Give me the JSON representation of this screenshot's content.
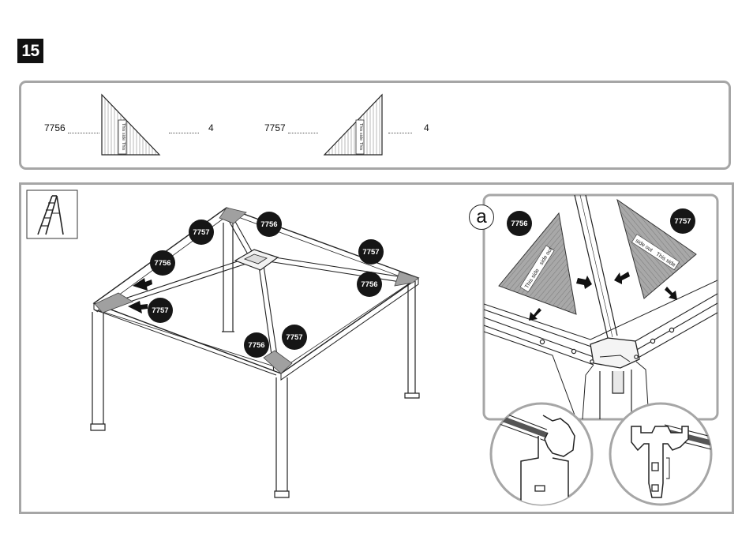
{
  "step": {
    "number": "15"
  },
  "parts": [
    {
      "id": "7756",
      "qty": "4",
      "label_top": "This side",
      "label_bottom": "This"
    },
    {
      "id": "7757",
      "qty": "4",
      "label_top": "This side",
      "label_bottom": "This"
    }
  ],
  "tools": {
    "icon": "ladder-icon"
  },
  "callouts": [
    "7757",
    "7756",
    "7757",
    "7756",
    "7756",
    "7757",
    "7756",
    "7757"
  ],
  "detail": {
    "letter": "a",
    "panel_labels": [
      {
        "id": "7756",
        "text_a": "side out",
        "text_b": "This side"
      },
      {
        "id": "7757",
        "text_a": "side out",
        "text_b": "This side"
      }
    ]
  },
  "colors": {
    "panel_border": "#a6a6a6",
    "shade": "#9d9d9d",
    "badge": "#111111"
  }
}
